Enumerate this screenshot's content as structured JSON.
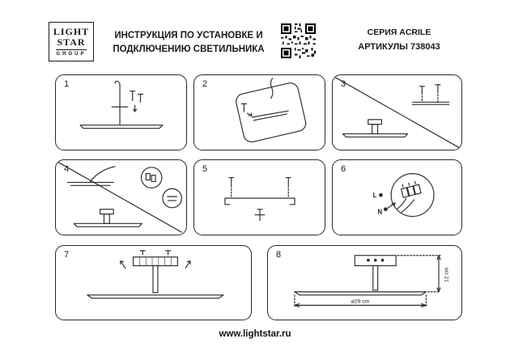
{
  "header": {
    "logo": {
      "line1": "LIGHT",
      "line2": "STAR",
      "line3": "GROUP"
    },
    "title": {
      "line1": "ИНСТРУКЦИЯ ПО УСТАНОВКЕ И",
      "line2": "ПОДКЛЮЧЕНИЮ СВЕТИЛЬНИКА"
    },
    "series": "СЕРИЯ ACRILE",
    "articles": "АРТИКУЛЫ 738043"
  },
  "steps": [
    {
      "number": "1"
    },
    {
      "number": "2"
    },
    {
      "number": "3"
    },
    {
      "number": "4"
    },
    {
      "number": "5"
    },
    {
      "number": "6"
    },
    {
      "number": "7"
    },
    {
      "number": "8"
    }
  ],
  "labels": {
    "live": "L",
    "neutral": "N",
    "diameter": "ø29 cm",
    "height": "12 cm"
  },
  "footer": {
    "url": "www.lightstar.ru"
  }
}
